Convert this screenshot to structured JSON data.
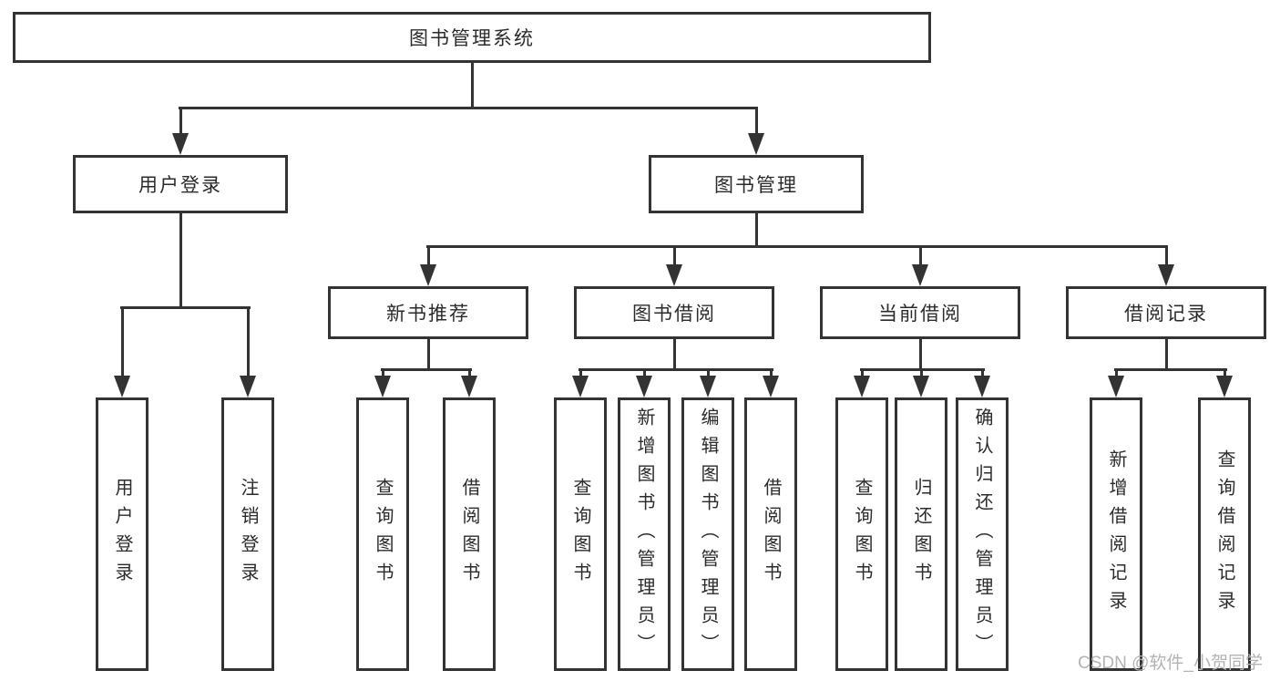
{
  "diagram": {
    "root": "图书管理系统",
    "level2": [
      {
        "label": "用户登录",
        "children": [
          "用户登录",
          "注销登录"
        ]
      },
      {
        "label": "图书管理",
        "sections": [
          {
            "label": "新书推荐",
            "children": [
              "查询图书",
              "借阅图书"
            ]
          },
          {
            "label": "图书借阅",
            "children": [
              "查询图书",
              "新增图书（管理员）",
              "编辑图书（管理员）",
              "借阅图书"
            ]
          },
          {
            "label": "当前借阅",
            "children": [
              "查询图书",
              "归还图书",
              "确认归还（管理员）"
            ]
          },
          {
            "label": "借阅记录",
            "children": [
              "新增借阅记录",
              "查询借阅记录"
            ]
          }
        ]
      }
    ]
  },
  "watermark": "CSDN @软件_小贺同学",
  "colors": {
    "line": "#333333",
    "text": "#2b2b2b",
    "watermark": "#b3b3b3"
  }
}
